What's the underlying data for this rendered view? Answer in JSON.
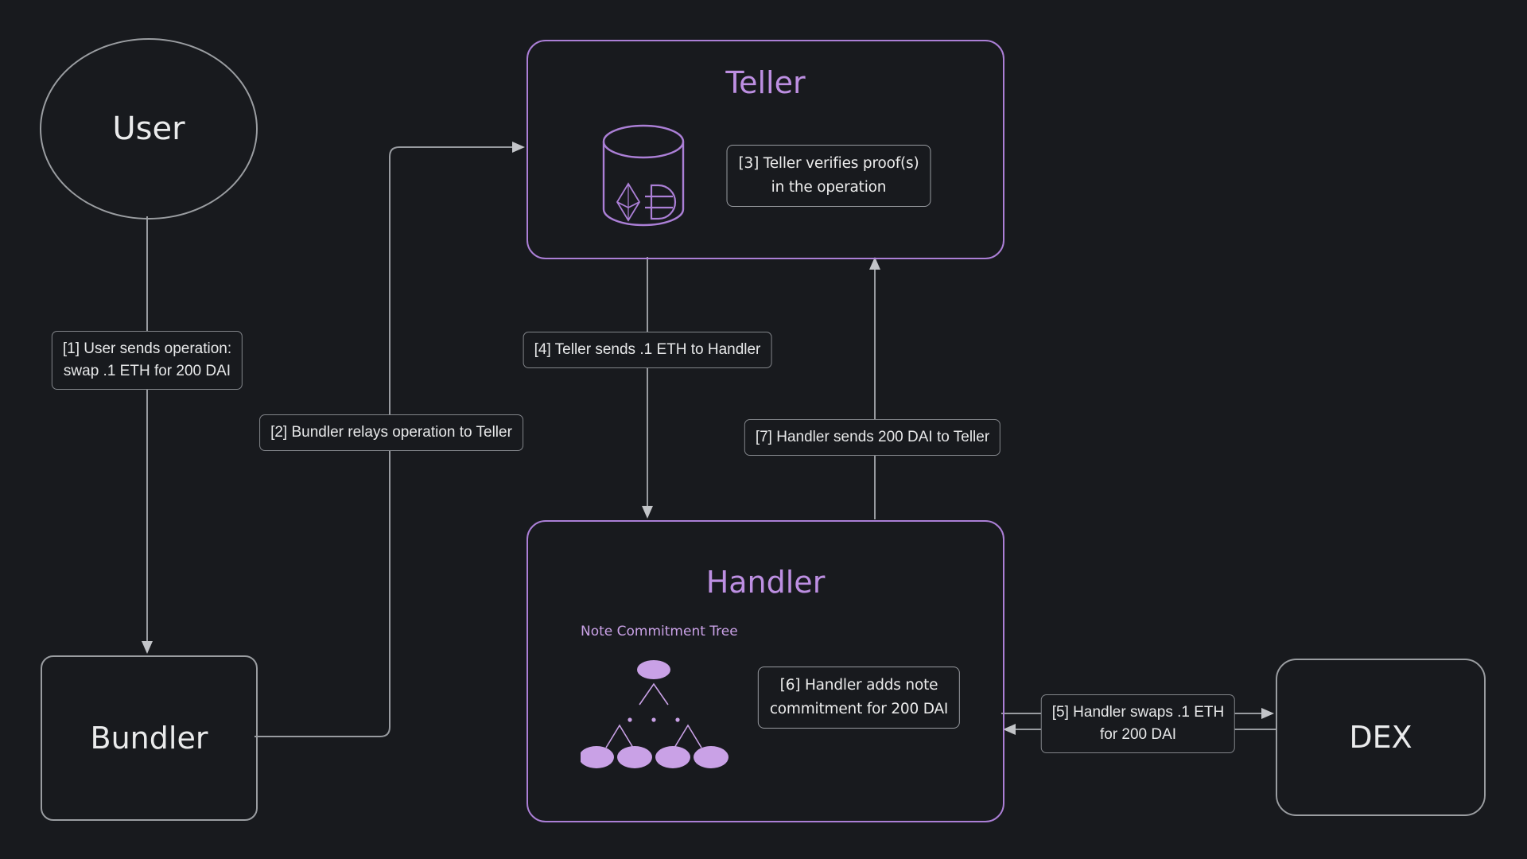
{
  "diagram": {
    "nodes": {
      "user": {
        "label": "User"
      },
      "bundler": {
        "label": "Bundler"
      },
      "dex": {
        "label": "DEX"
      }
    },
    "subgraphs": {
      "teller": {
        "title": "Teller"
      },
      "handler": {
        "title": "Handler",
        "tree_caption": "Note Commitment Tree"
      }
    },
    "annotations": {
      "step3": {
        "line1": "[3] Teller verifies proof(s)",
        "line2": "in the operation"
      },
      "step6": {
        "line1": "[6] Handler adds note",
        "line2": "commitment for 200 DAI"
      }
    },
    "edge_labels": {
      "step1": {
        "line1": "[1] User sends operation:",
        "line2": "swap .1 ETH for 200 DAI"
      },
      "step2": {
        "label": "[2] Bundler relays operation to Teller"
      },
      "step4": {
        "label": "[4] Teller sends .1 ETH to Handler"
      },
      "step5": {
        "line1": "[5] Handler swaps .1 ETH",
        "line2": "for 200 DAI"
      },
      "step7": {
        "label": "[7] Handler sends 200 DAI to Teller"
      }
    },
    "icons": {
      "teller_icon": "eth-dai-database-icon",
      "handler_icon": "note-commitment-tree-icon"
    }
  },
  "colors": {
    "background": "#181a1e",
    "purple_border": "#ab7fd6",
    "purple_title": "#bd8fe2",
    "purple_fill": "#c9a1e6",
    "gray_border": "#9a9da1",
    "edge_line": "#989ba0",
    "arrowhead": "#c2c4c8",
    "label_border": "#82858a",
    "label_text": "#e7e8e9",
    "node_text": "#eaebec"
  }
}
